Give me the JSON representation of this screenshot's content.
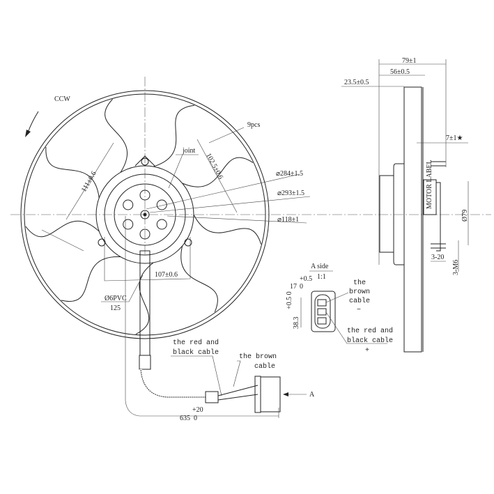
{
  "front_view": {
    "rotation": "CCW",
    "blade_count": "9pcs",
    "joint": "joint",
    "dim_102": "102.5±0.6",
    "dim_284": "⌀284±1.5",
    "dim_293": "⌀293±1.5",
    "dim_118": "⌀118±1",
    "dim_111": "111±0.6",
    "dim_107": "107±0.6",
    "cable_spec": "Ø6PVC",
    "cable_len": "125",
    "red_black_1": "the red and",
    "red_black_2": "black cable",
    "brown_1": "the brown",
    "brown_2": "cable",
    "arrow_a": "A",
    "dim_635": "635",
    "dim_635_tol_up": "+20",
    "dim_635_tol_low": "0"
  },
  "a_side": {
    "title": "A side",
    "scale": "1:1",
    "dim_17": "17",
    "dim_17_tol_up": "+0.5",
    "dim_17_tol_low": "0",
    "dim_38": "38.3",
    "dim_38_tol": "+0.5 0",
    "brown_1": "the",
    "brown_2": "brown",
    "brown_3": "cable",
    "brown_sign": "−",
    "red_1": "the red and",
    "red_2": "black cable",
    "red_sign": "+"
  },
  "side_view": {
    "dim_79": "79±1",
    "dim_56": "56±0.5",
    "dim_23": "23.5±0.5",
    "dim_7": "7±1★",
    "dim_d79": "Ø79",
    "dim_3_20": "3-20",
    "dim_3m6": "3-M6",
    "motor_label": "MOTOR LABEL"
  }
}
